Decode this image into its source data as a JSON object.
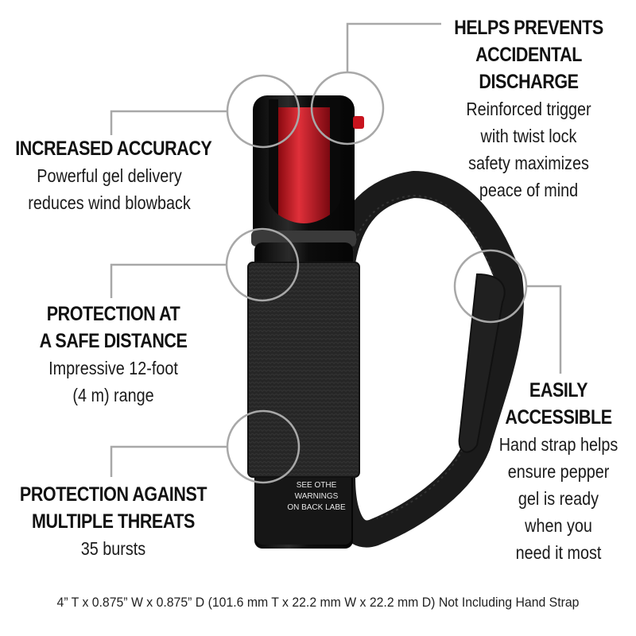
{
  "features": {
    "accuracy": {
      "title_lines": [
        "INCREASED ACCURACY"
      ],
      "desc_lines": [
        "Powerful gel delivery",
        "reduces wind blowback"
      ]
    },
    "discharge": {
      "title_lines": [
        "HELPS PREVENTS",
        "ACCIDENTAL",
        "DISCHARGE"
      ],
      "desc_lines": [
        "Reinforced trigger",
        "with twist lock",
        "safety maximizes",
        "peace of mind"
      ]
    },
    "distance": {
      "title_lines": [
        "PROTECTION AT",
        "A SAFE DISTANCE"
      ],
      "desc_lines": [
        "Impressive 12-foot",
        "(4 m) range"
      ]
    },
    "accessible": {
      "title_lines": [
        "EASILY",
        "ACCESSIBLE"
      ],
      "desc_lines": [
        "Hand strap helps",
        "ensure pepper",
        "gel is ready",
        "when you",
        "need it most"
      ]
    },
    "threats": {
      "title_lines": [
        "PROTECTION AGAINST",
        "MULTIPLE THREATS"
      ],
      "desc_lines": [
        "35 bursts"
      ]
    }
  },
  "label_text": {
    "lines": [
      "SEE OTHE",
      "WARNINGS",
      "ON BACK LABE"
    ]
  },
  "dimensions": "4” T x 0.875” W x 0.875” D (101.6 mm T x 22.2 mm W x 22.2 mm D) Not Including Hand Strap",
  "colors": {
    "callout": "#a8a8a8",
    "canister": "#141414",
    "nozzle": "#c8141e",
    "sleeve": "#262626"
  }
}
